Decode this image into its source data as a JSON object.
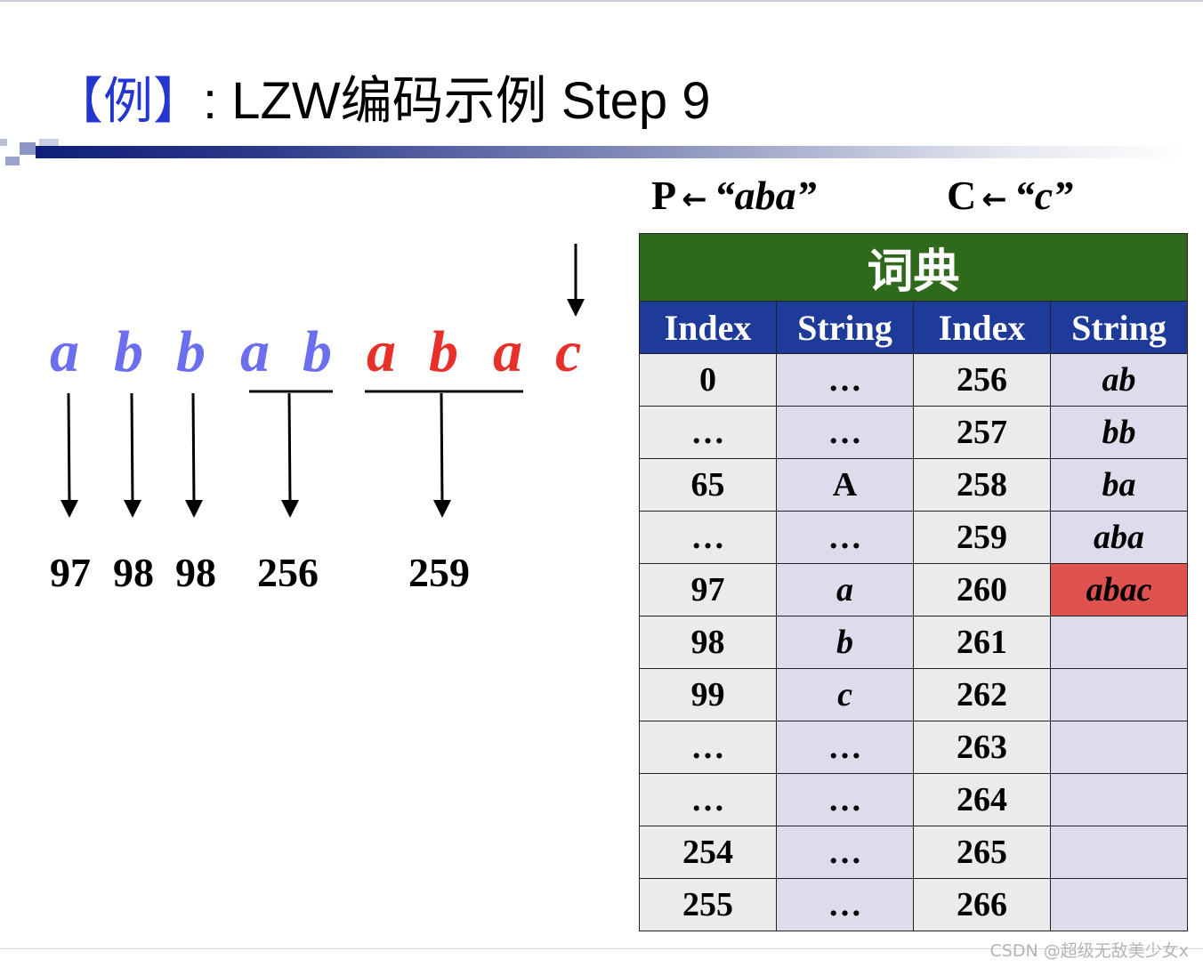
{
  "title": {
    "bracket": "【例】",
    "rest": ": LZW编码示例 Step 9"
  },
  "state": {
    "p_label": "P",
    "p_arrow": "←",
    "p_value": "“aba”",
    "c_label": "C",
    "c_arrow": "←",
    "c_value": "“c”"
  },
  "sequence": [
    {
      "char": "a",
      "color": "blue"
    },
    {
      "char": "b",
      "color": "blue"
    },
    {
      "char": "b",
      "color": "blue"
    },
    {
      "char": "a",
      "color": "blue"
    },
    {
      "char": "b",
      "color": "blue"
    },
    {
      "char": "a",
      "color": "red"
    },
    {
      "char": "b",
      "color": "red"
    },
    {
      "char": "a",
      "color": "red"
    },
    {
      "char": "c",
      "color": "red"
    }
  ],
  "codes": [
    "97",
    "98",
    "98",
    "256",
    "259"
  ],
  "dictionary": {
    "title": "词典",
    "headers": [
      "Index",
      "String",
      "Index",
      "String"
    ],
    "rows": [
      [
        "0",
        "…",
        "256",
        "ab"
      ],
      [
        "…",
        "…",
        "257",
        "bb"
      ],
      [
        "65",
        "A",
        "258",
        "ba"
      ],
      [
        "…",
        "…",
        "259",
        "aba"
      ],
      [
        "97",
        "a",
        "260",
        "abac"
      ],
      [
        "98",
        "b",
        "261",
        ""
      ],
      [
        "99",
        "c",
        "262",
        ""
      ],
      [
        "…",
        "…",
        "263",
        ""
      ],
      [
        "…",
        "…",
        "264",
        ""
      ],
      [
        "254",
        "…",
        "265",
        ""
      ],
      [
        "255",
        "…",
        "266",
        ""
      ]
    ],
    "highlight_color": "#e0524f"
  },
  "colors": {
    "blue": "#6c6ef0",
    "red": "#e8302a",
    "dict_title_bg": "#2f6a1c",
    "dict_header_bg": "#1f3b9a"
  },
  "watermark": "CSDN @超级无敌美少女x"
}
